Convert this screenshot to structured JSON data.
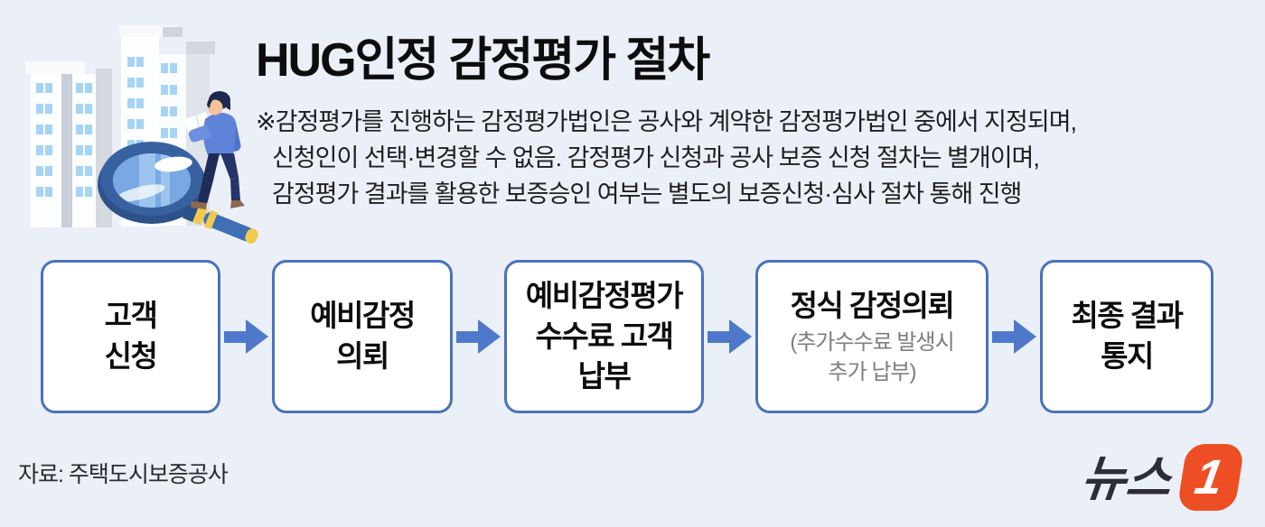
{
  "colors": {
    "background": "#ebf0f8",
    "box_border": "#4a72ba",
    "arrow_blue": "#4e79cb",
    "text_dark": "#0d0d0d",
    "sub_text_gray": "#7e7e7e",
    "logo_orange": "#ee4e23"
  },
  "header": {
    "title": "HUG인정 감정평가 절차",
    "note_lines": [
      "※감정평가를 진행하는 감정평가법인은 공사와 계약한 감정평가법인 중에서 지정되며,",
      "신청인이 선택·변경할 수 없음.  감정평가 신청과 공사 보증 신청 절차는 별개이며,",
      "감정평가 결과를 활용한 보증승인 여부는 별도의 보증신청·심사 절차 통해 진행"
    ]
  },
  "flow": {
    "steps": [
      {
        "lines": [
          "고객",
          "신청"
        ]
      },
      {
        "lines": [
          "예비감정",
          "의뢰"
        ]
      },
      {
        "lines": [
          "예비감정평가",
          "수수료 고객",
          "납부"
        ]
      },
      {
        "lines": [
          "정식 감정의뢰"
        ],
        "sub_lines": [
          "(추가수수료 발생시",
          "추가 납부)"
        ]
      },
      {
        "lines": [
          "최종 결과",
          "통지"
        ]
      }
    ]
  },
  "illustration": {
    "icons": [
      "buildings-icon",
      "magnifier-icon",
      "person-reading-icon"
    ]
  },
  "footer": {
    "source": "자료: 주택도시보증공사",
    "logo_text": "뉴스",
    "logo_badge": "1"
  }
}
